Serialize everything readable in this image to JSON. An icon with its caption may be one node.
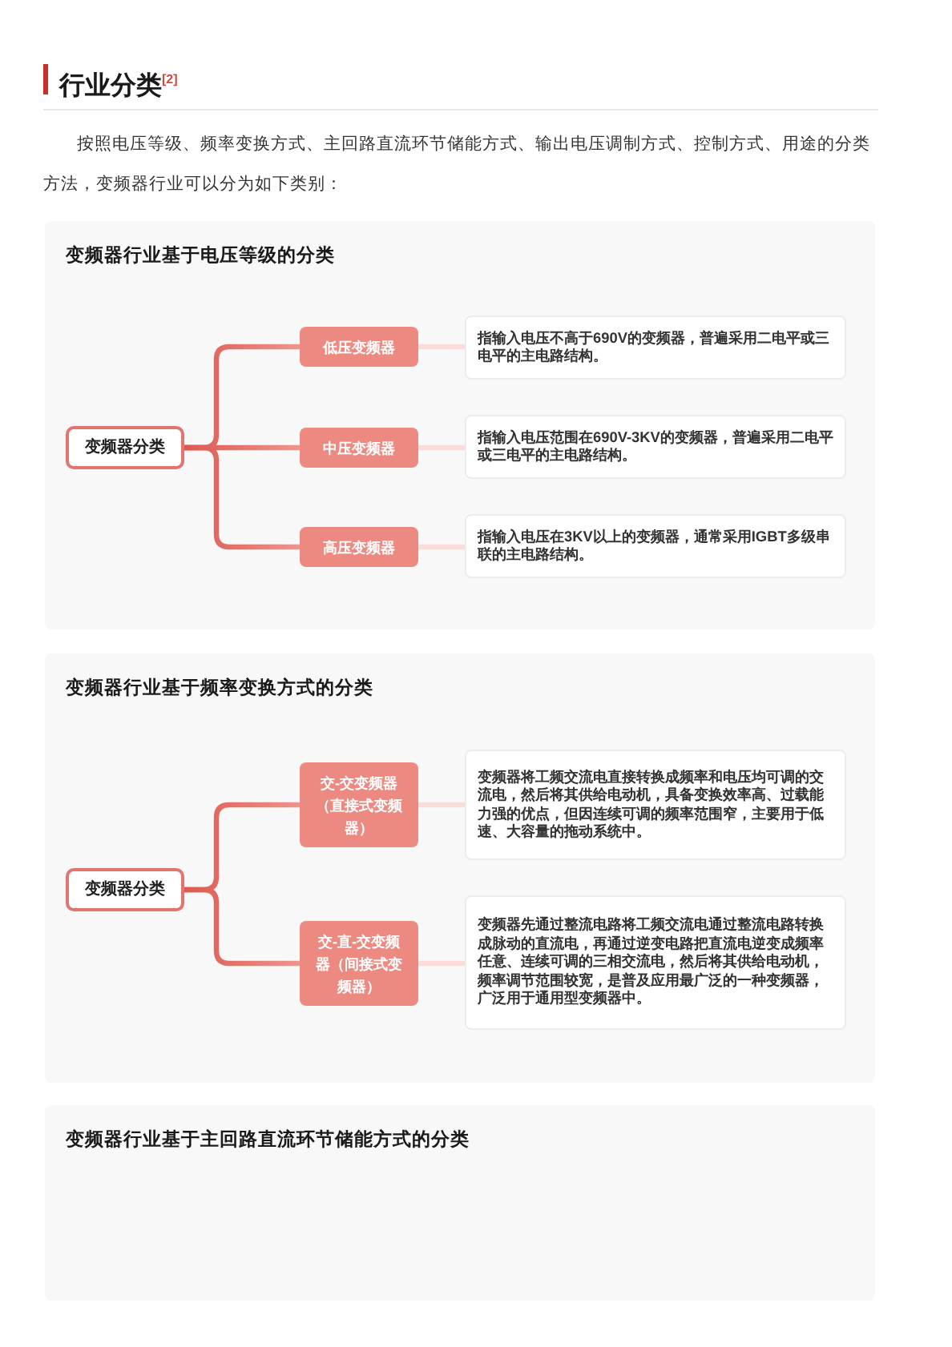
{
  "diagram": {
    "title": "行业分类$^{[2]}$",
    "nodes": [
      {
        "text": [
          "变频器行业基于电压等级的分类"
        ]
      },
      {
        "text": [
          "变频器分类"
        ],
        "in": 0
      },
      {
        "text": [
          "低压变频器"
        ],
        "in": 0
      },
      {
        "text": [
          "指输入电压不高于690V的变频器，普遍采用二电平或三电平的主电路结构。"
        ],
        "in": 0
      },
      {
        "text": [
          "中压变频器"
        ],
        "in": 0
      },
      {
        "text": [
          "指输入电压范围在690V-3KV的变频器，普遍采用二电平或三电平的主电路结构。"
        ],
        "in": 0
      },
      {
        "text": [
          "高压变频器"
        ],
        "in": 0
      },
      {
        "text": [
          "指输入电压在3KV以上的变频器，通常采用IGBT多级串联的主电路结构。"
        ],
        "in": 0
      },
      {
        "text": [
          "变频器行业基于频率变换方式的分类"
        ]
      },
      {
        "text": [
          "变频器分类"
        ],
        "in": 8
      },
      {
        "text": [
          "交-交变频器（直接式变频器）"
        ],
        "in": 8
      },
      {
        "text": [
          "变频器将工频交流电直接转换成频率和电压均可调的交流电，然后将其供给电动机，具备变换效率高、过载能力强的优点，但因连续可调的频率范围窄，主要用于低速、大容量的拖动系统中。"
        ],
        "in": 8
      },
      {
        "text": [
          "交-直-交变频器（间接式变频器）"
        ],
        "in": 8
      },
      {
        "text": [
          "变频器先通过整流电路将工频交流电通过整流电路转换成脉动的直流电，再通过逆变电路把直流电逆变成频率任意、连续可调的三相交流电，然后将其供给电动机，频率调节范围较宽，是普及应用最广泛的一种变频器，广泛用于通用型变频器中。"
        ],
        "in": 8
      },
      {
        "text": [
          "变频器行业基于主回路直流环节储能方式的分类"
        ]
      }
    ],
    "edges": [
      {
        "from": 1,
        "to": 2,
        "arrow": "none"
      },
      {
        "from": 1,
        "to": 4,
        "arrow": "none"
      },
      {
        "from": 1,
        "to": 6,
        "arrow": "none"
      },
      {
        "from": 2,
        "to": 3,
        "arrow": "none",
        "color": "#fbdcd8"
      },
      {
        "from": 4,
        "to": 5,
        "arrow": "none",
        "color": "#fbdcd8"
      },
      {
        "from": 6,
        "to": 7,
        "arrow": "none",
        "color": "#fbdcd8"
      },
      {
        "from": 9,
        "to": 10,
        "arrow": "none"
      },
      {
        "from": 9,
        "to": 12,
        "arrow": "none"
      },
      {
        "from": 10,
        "to": 11,
        "arrow": "none",
        "color": "#fbdcd8"
      },
      {
        "from": 12,
        "to": 13,
        "arrow": "none",
        "color": "#fbdcd8"
      }
    ],
    "labels": [
      "按照电压等级、频率变换方式、主回路直流环节储能方式、输出电压调制方式、控制方式、用途的分类方法，变频器行业可以分为如下类别："
    ]
  }
}
